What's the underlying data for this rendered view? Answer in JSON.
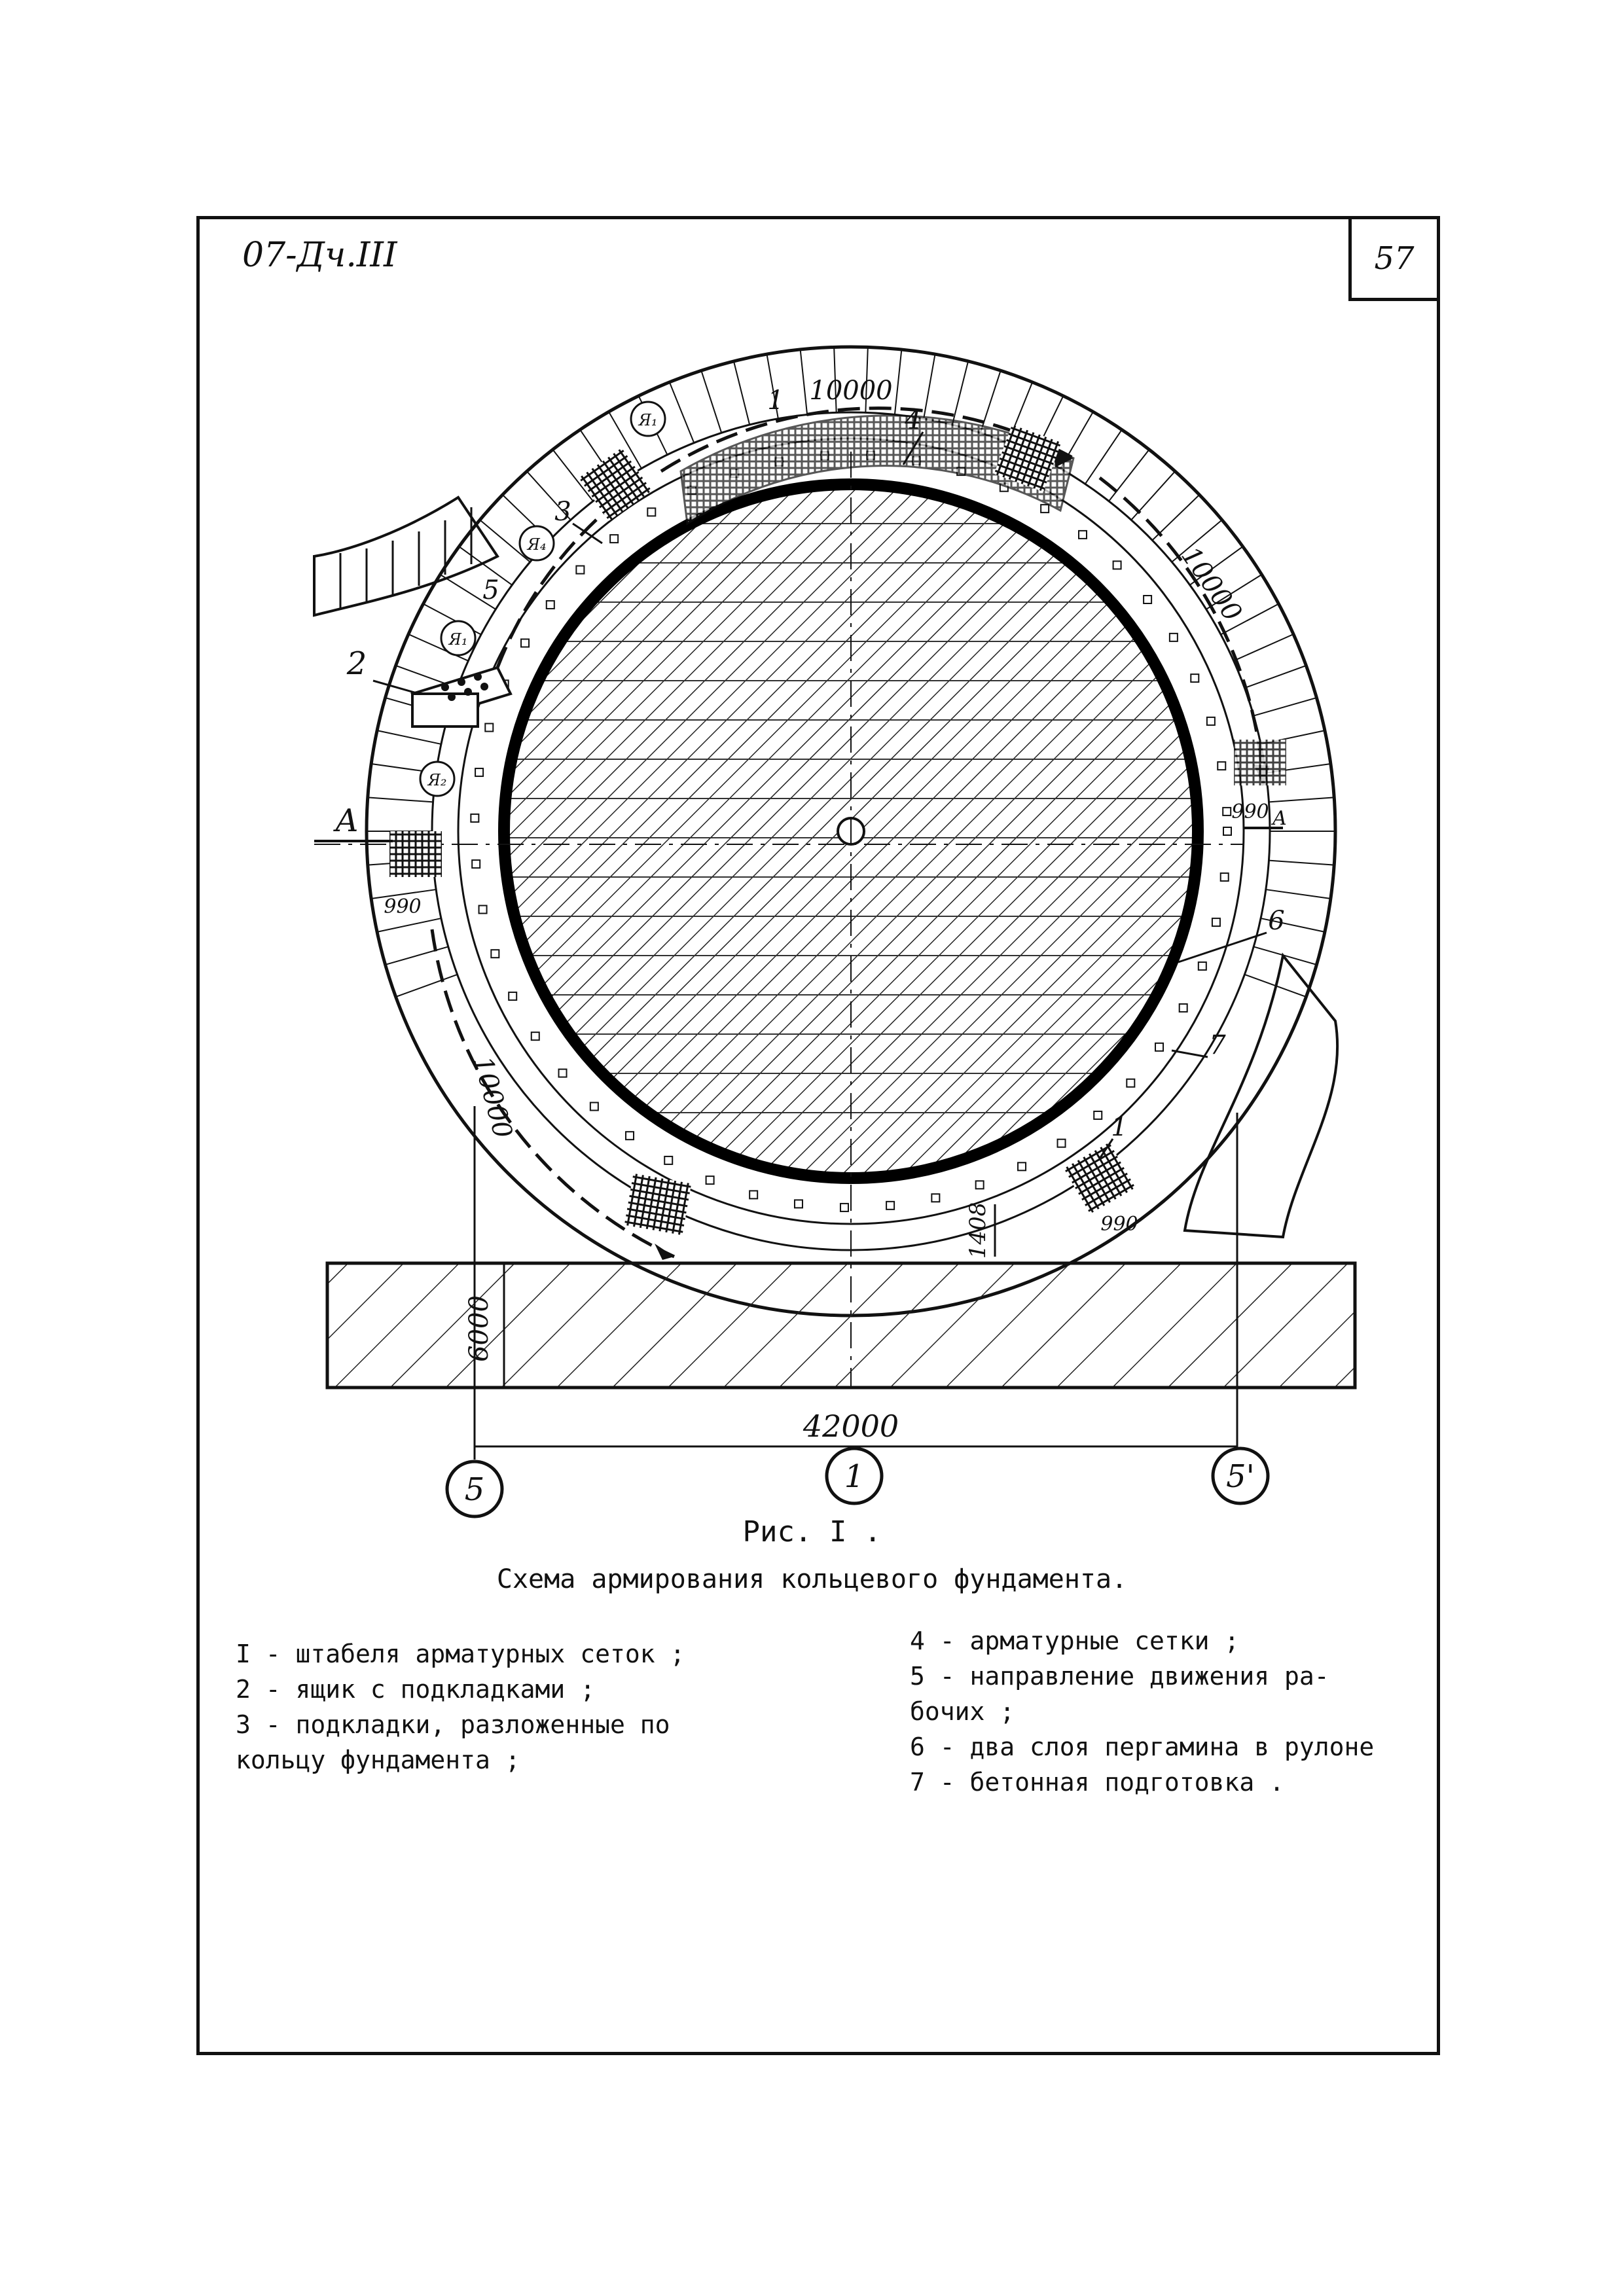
{
  "document": {
    "code": "07-Дч.III",
    "sheet_number": "57"
  },
  "drawing": {
    "dim_arc_top": "10000",
    "dim_arc_right": "10000",
    "dim_arc_left": "10000",
    "dim_990_right": "990",
    "dim_990_left": "990",
    "dim_990_bottom": "990",
    "dim_1408": "1408",
    "dim_6000": "6000",
    "dim_42000": "42000",
    "section_label_left": "А",
    "section_label_right": "А",
    "axis_left": "5",
    "axis_center": "1",
    "axis_right": "5'",
    "callout_1_top": "1",
    "callout_1_bottom": "1",
    "callout_2": "2",
    "callout_3": "3",
    "callout_4": "4",
    "callout_5": "5",
    "callout_6": "6",
    "callout_7": "7",
    "tag_a": "Я₁",
    "tag_b": "Я₁",
    "tag_c": "Я₄",
    "tag_d": "Я₂"
  },
  "caption": {
    "title": "Рис. I .",
    "subtitle": "Схема армирования кольцевого фундамента."
  },
  "legend": {
    "left": [
      "I - штабеля арматурных сеток ;",
      "2 - ящик с подкладками ;",
      "3 - подкладки, разложенные по",
      "      кольцу фундамента ;"
    ],
    "right": [
      "4 - арматурные сетки ;",
      "5 - направление движения ра-",
      "      бочих ;",
      "6 - два слоя пергамина в рулоне",
      "7 - бетонная подготовка ."
    ]
  }
}
